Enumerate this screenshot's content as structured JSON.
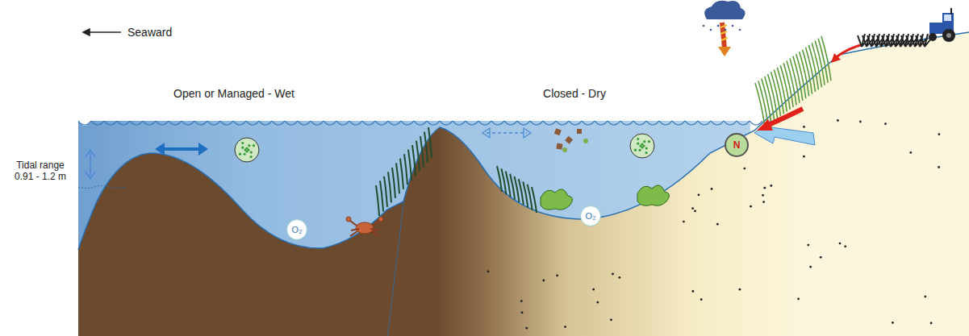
{
  "diagram": {
    "nodes": [
      {
        "text": [
          "O₂"
        ]
      },
      {
        "text": [
          "O₂"
        ]
      },
      {
        "text": [
          "N"
        ]
      }
    ],
    "labels": [
      "Seaward",
      "Open or Managed - Wet",
      "Closed - Dry",
      "Tidal range 0.91 - 1.2 m"
    ]
  }
}
